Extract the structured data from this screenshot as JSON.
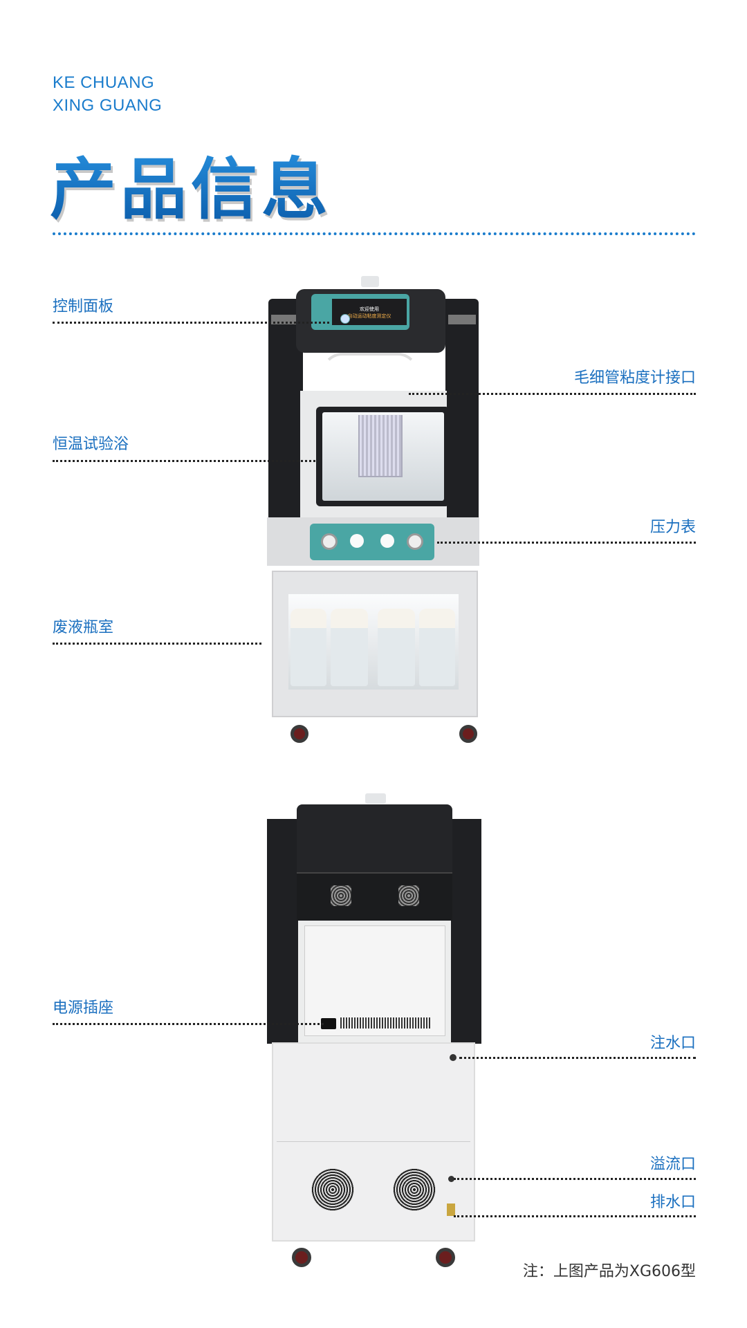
{
  "brand": {
    "line1": "KE CHUANG",
    "line2": "XING GUANG"
  },
  "title": "产品信息",
  "labels": {
    "control_panel": "控制面板",
    "capillary_port": "毛细管粘度计接口",
    "thermostatic_bath": "恒温试验浴",
    "pressure_gauge": "压力表",
    "waste_bottle_chamber": "废液瓶室",
    "power_socket": "电源插座",
    "water_inlet": "注水口",
    "overflow_port": "溢流口",
    "drain_port": "排水口"
  },
  "screen": {
    "line1": "欢迎使用",
    "line2": "自动运动粘度测定仪"
  },
  "note": "注：上图产品为XG606型",
  "colors": {
    "accent": "#1a7ccc",
    "teal": "#4aa6a4",
    "body_dark": "#232427"
  }
}
